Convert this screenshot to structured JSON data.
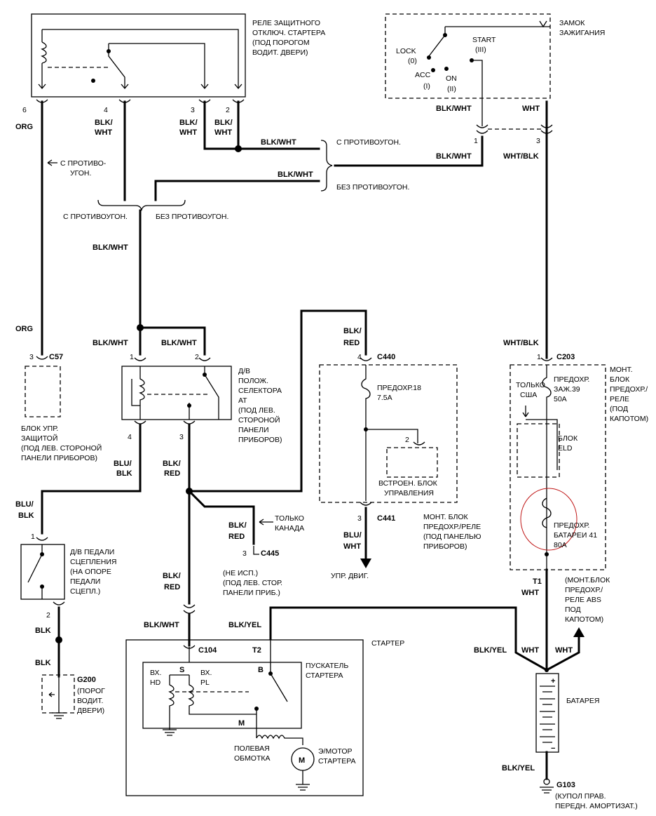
{
  "relay": {
    "title": [
      "РЕЛЕ ЗАЩИТНОГО",
      "ОТКЛЮЧ. СТАРТЕРА",
      "(ПОД ПОРОГОМ",
      "ВОДИТ. ДВЕРИ)"
    ],
    "pins": [
      "6",
      "4",
      "3",
      "2"
    ]
  },
  "ignition": {
    "title": [
      "ЗАМОК",
      "ЗАЖИГАНИЯ"
    ],
    "lock": "LOCK",
    "lock_n": "(0)",
    "acc": "ACC",
    "acc_n": "(I)",
    "on": "ON",
    "on_n": "(II)",
    "start": "START",
    "start_n": "(III)"
  },
  "wires": {
    "org": "ORG",
    "blk_wht": "BLK/WHT",
    "blk": "BLK/",
    "wht_": "WHT",
    "wht": "WHT",
    "wht_blk": "WHT/BLK",
    "blu": "BLU/",
    "blk_": "BLK",
    "red": "RED",
    "blk_yel": "BLK/YEL"
  },
  "labels": {
    "with_antitheft": "С ПРОТИВОУГОН.",
    "without_antitheft": "БЕЗ ПРОТИВОУГОН.",
    "left_arrow_1": "С ПРОТИВО-",
    "left_arrow_2": "УГОН.",
    "s_pin1": "1",
    "s_pin3": "3"
  },
  "c57": {
    "pin": "3",
    "name": "C57",
    "desc": [
      "БЛОК УПР.",
      "ЗАЩИТОЙ",
      "(ПОД ЛЕВ. СТОРОНОЙ",
      "ПАНЕЛИ ПРИБОРОВ)"
    ]
  },
  "selector": {
    "pins": [
      "1",
      "2",
      "4",
      "3"
    ],
    "desc": [
      "Д/В",
      "ПОЛОЖ.",
      "СЕЛЕКТОРА",
      "АТ",
      "(ПОД ЛЕВ.",
      "СТОРОНОЙ",
      "ПАНЕЛИ",
      "ПРИБОРОВ)"
    ]
  },
  "clutch": {
    "pins": [
      "1",
      "2"
    ],
    "desc": [
      "Д/В ПЕДАЛИ",
      "СЦЕПЛЕНИЯ",
      "(НА ОПОРЕ",
      "ПЕДАЛИ",
      "СЦЕПЛ.)"
    ]
  },
  "g200": {
    "name": "G200",
    "desc": [
      "(ПОРОГ",
      "ВОДИТ.",
      "ДВЕРИ)"
    ]
  },
  "c445": {
    "pin": "3",
    "name": "C445",
    "only_canada": [
      "ТОЛЬКО",
      "КАНАДА"
    ],
    "desc": [
      "(НЕ ИСП.)",
      "(ПОД ЛЕВ. СТОР.",
      "ПАНЕЛИ ПРИБ.)"
    ]
  },
  "dash_box": {
    "c440_pin": "4",
    "c440": "C440",
    "fuse": [
      "ПРЕДОХР.18",
      "7.5A"
    ],
    "ecu_pin": "2",
    "ecu": [
      "ВСТРОЕН. БЛОК",
      "УПРАВЛЕНИЯ"
    ],
    "c441_pin": "3",
    "c441": "C441",
    "desc": [
      "МОНТ. БЛОК",
      "ПРЕДОХР./РЕЛЕ",
      "(ПОД ПАНЕЛЬЮ",
      "ПРИБОРОВ)"
    ],
    "engine_ctrl": "УПР. ДВИГ."
  },
  "hood_box": {
    "c203_pin": "1",
    "c203": "C203",
    "only_usa": [
      "ТОЛЬКО",
      "США"
    ],
    "fuse39": [
      "ПРЕДОХР.",
      "ЗАЖ.39",
      "50A"
    ],
    "eld": [
      "БЛОК",
      "ELD"
    ],
    "fuse41": [
      "ПРЕДОХР.",
      "БАТАРЕИ 41",
      "80A"
    ],
    "desc": [
      "МОНТ.",
      "БЛОК",
      "ПРЕДОХР./",
      "РЕЛЕ",
      "(ПОД",
      "КАПОТОМ)"
    ],
    "t1": "T1",
    "abs_desc": [
      "(МОНТ.БЛОК",
      "ПРЕДОХР./",
      "РЕЛЕ ABS",
      "ПОД",
      "КАПОТОМ)"
    ]
  },
  "starter": {
    "title": "СТАРТЕР",
    "c104": "C104",
    "t2": "T2",
    "b": "B",
    "s": "S",
    "m": "M",
    "hd": [
      "ВХ.",
      "HD"
    ],
    "pl": [
      "ВХ.",
      "PL"
    ],
    "solenoid": [
      "ПУСКАТЕЛЬ",
      "СТАРТЕРА"
    ],
    "field": [
      "ПОЛЕВАЯ",
      "ОБМОТКА"
    ],
    "motor": [
      "Э/МОТОР",
      "СТАРТЕРА"
    ],
    "motor_glyph": "M"
  },
  "battery": {
    "name": "БАТАРЕЯ",
    "plus": "+",
    "minus": "−",
    "g103": "G103",
    "desc": [
      "(КУПОЛ ПРАВ.",
      "ПЕРЕДН. АМОРТИЗАТ.)"
    ]
  }
}
